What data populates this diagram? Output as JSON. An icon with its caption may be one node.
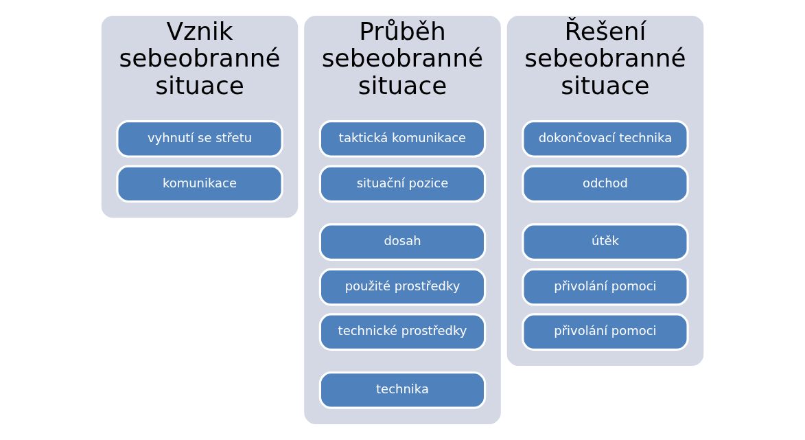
{
  "diagram": {
    "nodes": [
      {
        "text": [
          "Vznik sebeobranné situace"
        ]
      },
      {
        "text": [
          "vyhnutí se střetu"
        ],
        "in": 0
      },
      {
        "text": [
          "komunikace"
        ],
        "in": 0
      },
      {
        "text": [
          "Průběh sebeobranné situace"
        ]
      },
      {
        "text": [
          "taktická komunikace"
        ],
        "in": 3
      },
      {
        "text": [
          "situační pozice"
        ],
        "in": 3
      },
      {
        "text": [
          "dosah"
        ],
        "in": 3
      },
      {
        "text": [
          "použité prostředky"
        ],
        "in": 3
      },
      {
        "text": [
          "technické prostředky"
        ],
        "in": 3
      },
      {
        "text": [
          "technika"
        ],
        "in": 3
      },
      {
        "text": [
          "Řešení sebeobranné situace"
        ]
      },
      {
        "text": [
          "dokončovací technika"
        ],
        "in": 10
      },
      {
        "text": [
          "odchod"
        ],
        "in": 10
      },
      {
        "text": [
          "útěk"
        ],
        "in": 10
      },
      {
        "text": [
          "přivolání pomoci"
        ],
        "in": 10
      },
      {
        "text": [
          "přivolání pomoci"
        ],
        "in": 10
      }
    ]
  }
}
